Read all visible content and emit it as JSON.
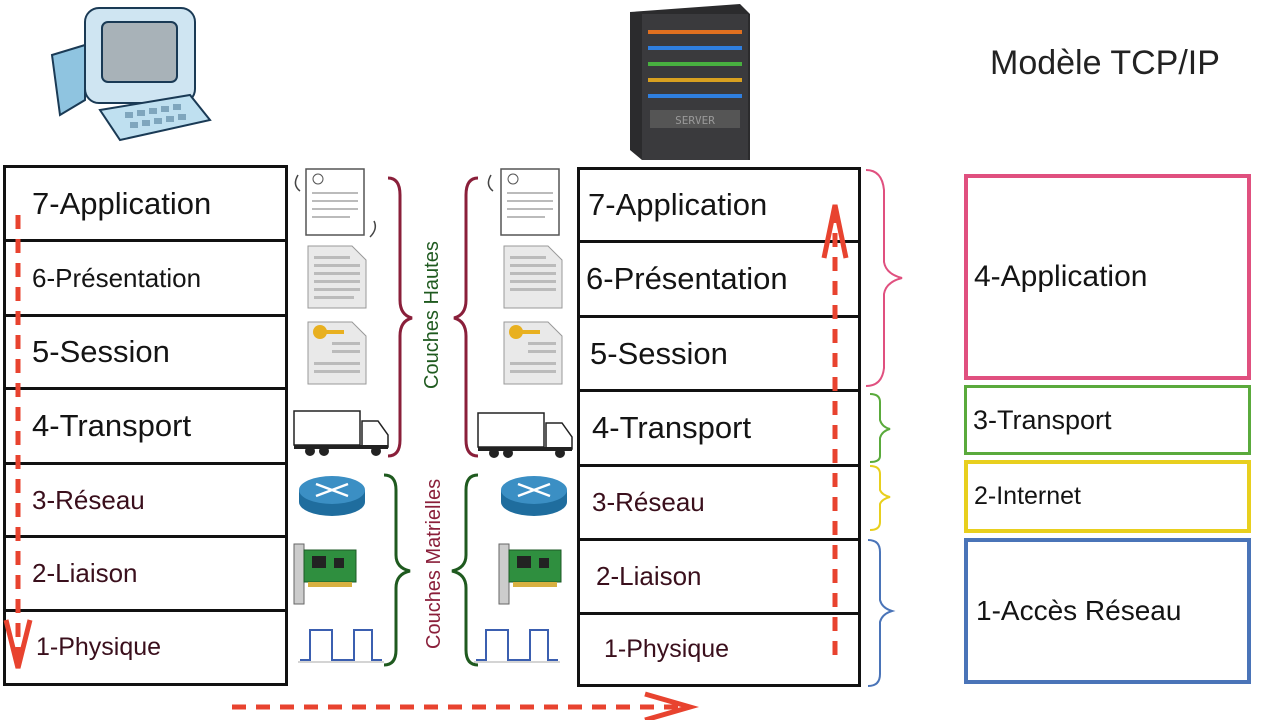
{
  "title": "Modèle TCP/IP",
  "osi_left": [
    "7-Application",
    "6-Présentation",
    "5-Session",
    "4-Transport",
    "3-Réseau",
    "2-Liaison",
    "1-Physique"
  ],
  "osi_right": [
    "7-Application",
    "6-Présentation",
    "5-Session",
    "4-Transport",
    "3-Réseau",
    "2-Liaison",
    "1-Physique"
  ],
  "groups": {
    "upper": "Couches Hautes",
    "lower": "Couches Matrielles"
  },
  "tcp": [
    {
      "label": "4-Application",
      "color": "#e0507f"
    },
    {
      "label": "3-Transport",
      "color": "#5aaa3c"
    },
    {
      "label": "2-Internet",
      "color": "#e8cf1e"
    },
    {
      "label": "1-Accès Réseau",
      "color": "#4a74b8"
    }
  ],
  "colors": {
    "arrow": "#e8432f",
    "upper_brace": "#8a1f3a",
    "lower_brace": "#1f5a1f"
  },
  "icons": [
    "computer-icon",
    "server-icon",
    "document-icon",
    "data-file-icon",
    "key-file-icon",
    "truck-icon",
    "router-icon",
    "network-card-icon",
    "signal-wave-icon"
  ]
}
